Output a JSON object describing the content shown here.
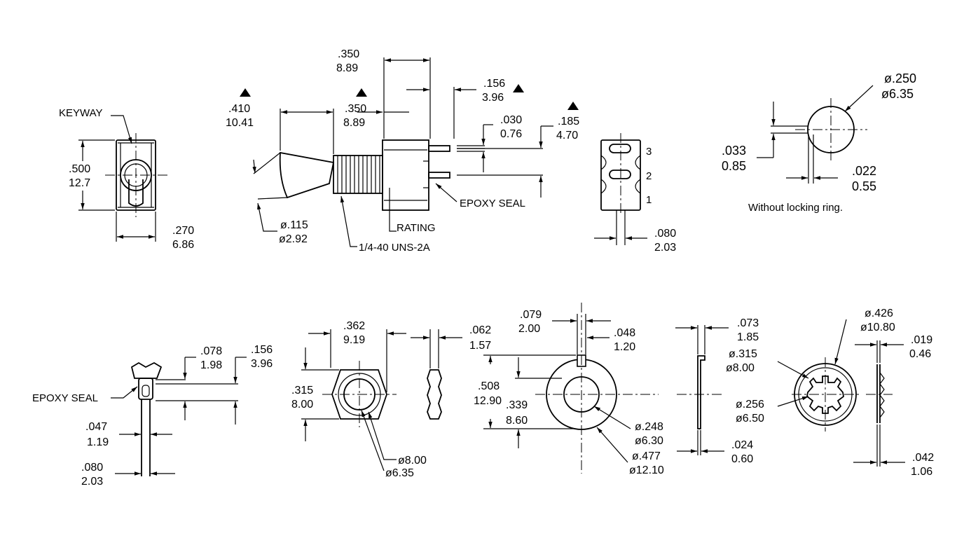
{
  "labels": {
    "keyway": "KEYWAY",
    "epoxy_seal_1": "EPOXY SEAL",
    "rating": "RATING",
    "thread": "1/4-40 UNS-2A",
    "without_locking_ring": "Without locking ring.",
    "epoxy_seal_2": "EPOXY SEAL",
    "pin_3": "3",
    "pin_2": "2",
    "pin_1": "1"
  },
  "dims": {
    "d500": ".500",
    "d500m": "12.7",
    "d270": ".270",
    "d270m": "6.86",
    "d410": ".410",
    "d410m": "10.41",
    "d350a": ".350",
    "d350am": "8.89",
    "d350b": ".350",
    "d350bm": "8.89",
    "d156a": ".156",
    "d156am": "3.96",
    "d030": ".030",
    "d030m": "0.76",
    "d185": ".185",
    "d185m": "4.70",
    "d115": "ø.115",
    "d115m": "ø2.92",
    "d080a": ".080",
    "d080am": "2.03",
    "d250": "ø.250",
    "d250m": "ø6.35",
    "d033": ".033",
    "d033m": "0.85",
    "d022": ".022",
    "d022m": "0.55",
    "d078": ".078",
    "d078m": "1.98",
    "d156b": ".156",
    "d156bm": "3.96",
    "d047": ".047",
    "d047m": "1.19",
    "d080b": ".080",
    "d080bm": "2.03",
    "d362": ".362",
    "d362m": "9.19",
    "d315a": ".315",
    "d315am": "8.00",
    "dnut1": "ø8.00",
    "dnut2": "ø6.35",
    "d062": ".062",
    "d062m": "1.57",
    "d079": ".079",
    "d079m": "2.00",
    "d048": ".048",
    "d048m": "1.20",
    "d508": ".508",
    "d508m": "12.90",
    "d339": ".339",
    "d339m": "8.60",
    "d248": "ø.248",
    "d248m": "ø6.30",
    "d477": "ø.477",
    "d477m": "ø12.10",
    "d073": ".073",
    "d073m": "1.85",
    "d024": ".024",
    "d024m": "0.60",
    "d426": "ø.426",
    "d426m": "ø10.80",
    "d315b": "ø.315",
    "d315bm": "ø8.00",
    "d256": "ø.256",
    "d256m": "ø6.50",
    "d019": ".019",
    "d019m": "0.46",
    "d042": ".042",
    "d042m": "1.06"
  }
}
